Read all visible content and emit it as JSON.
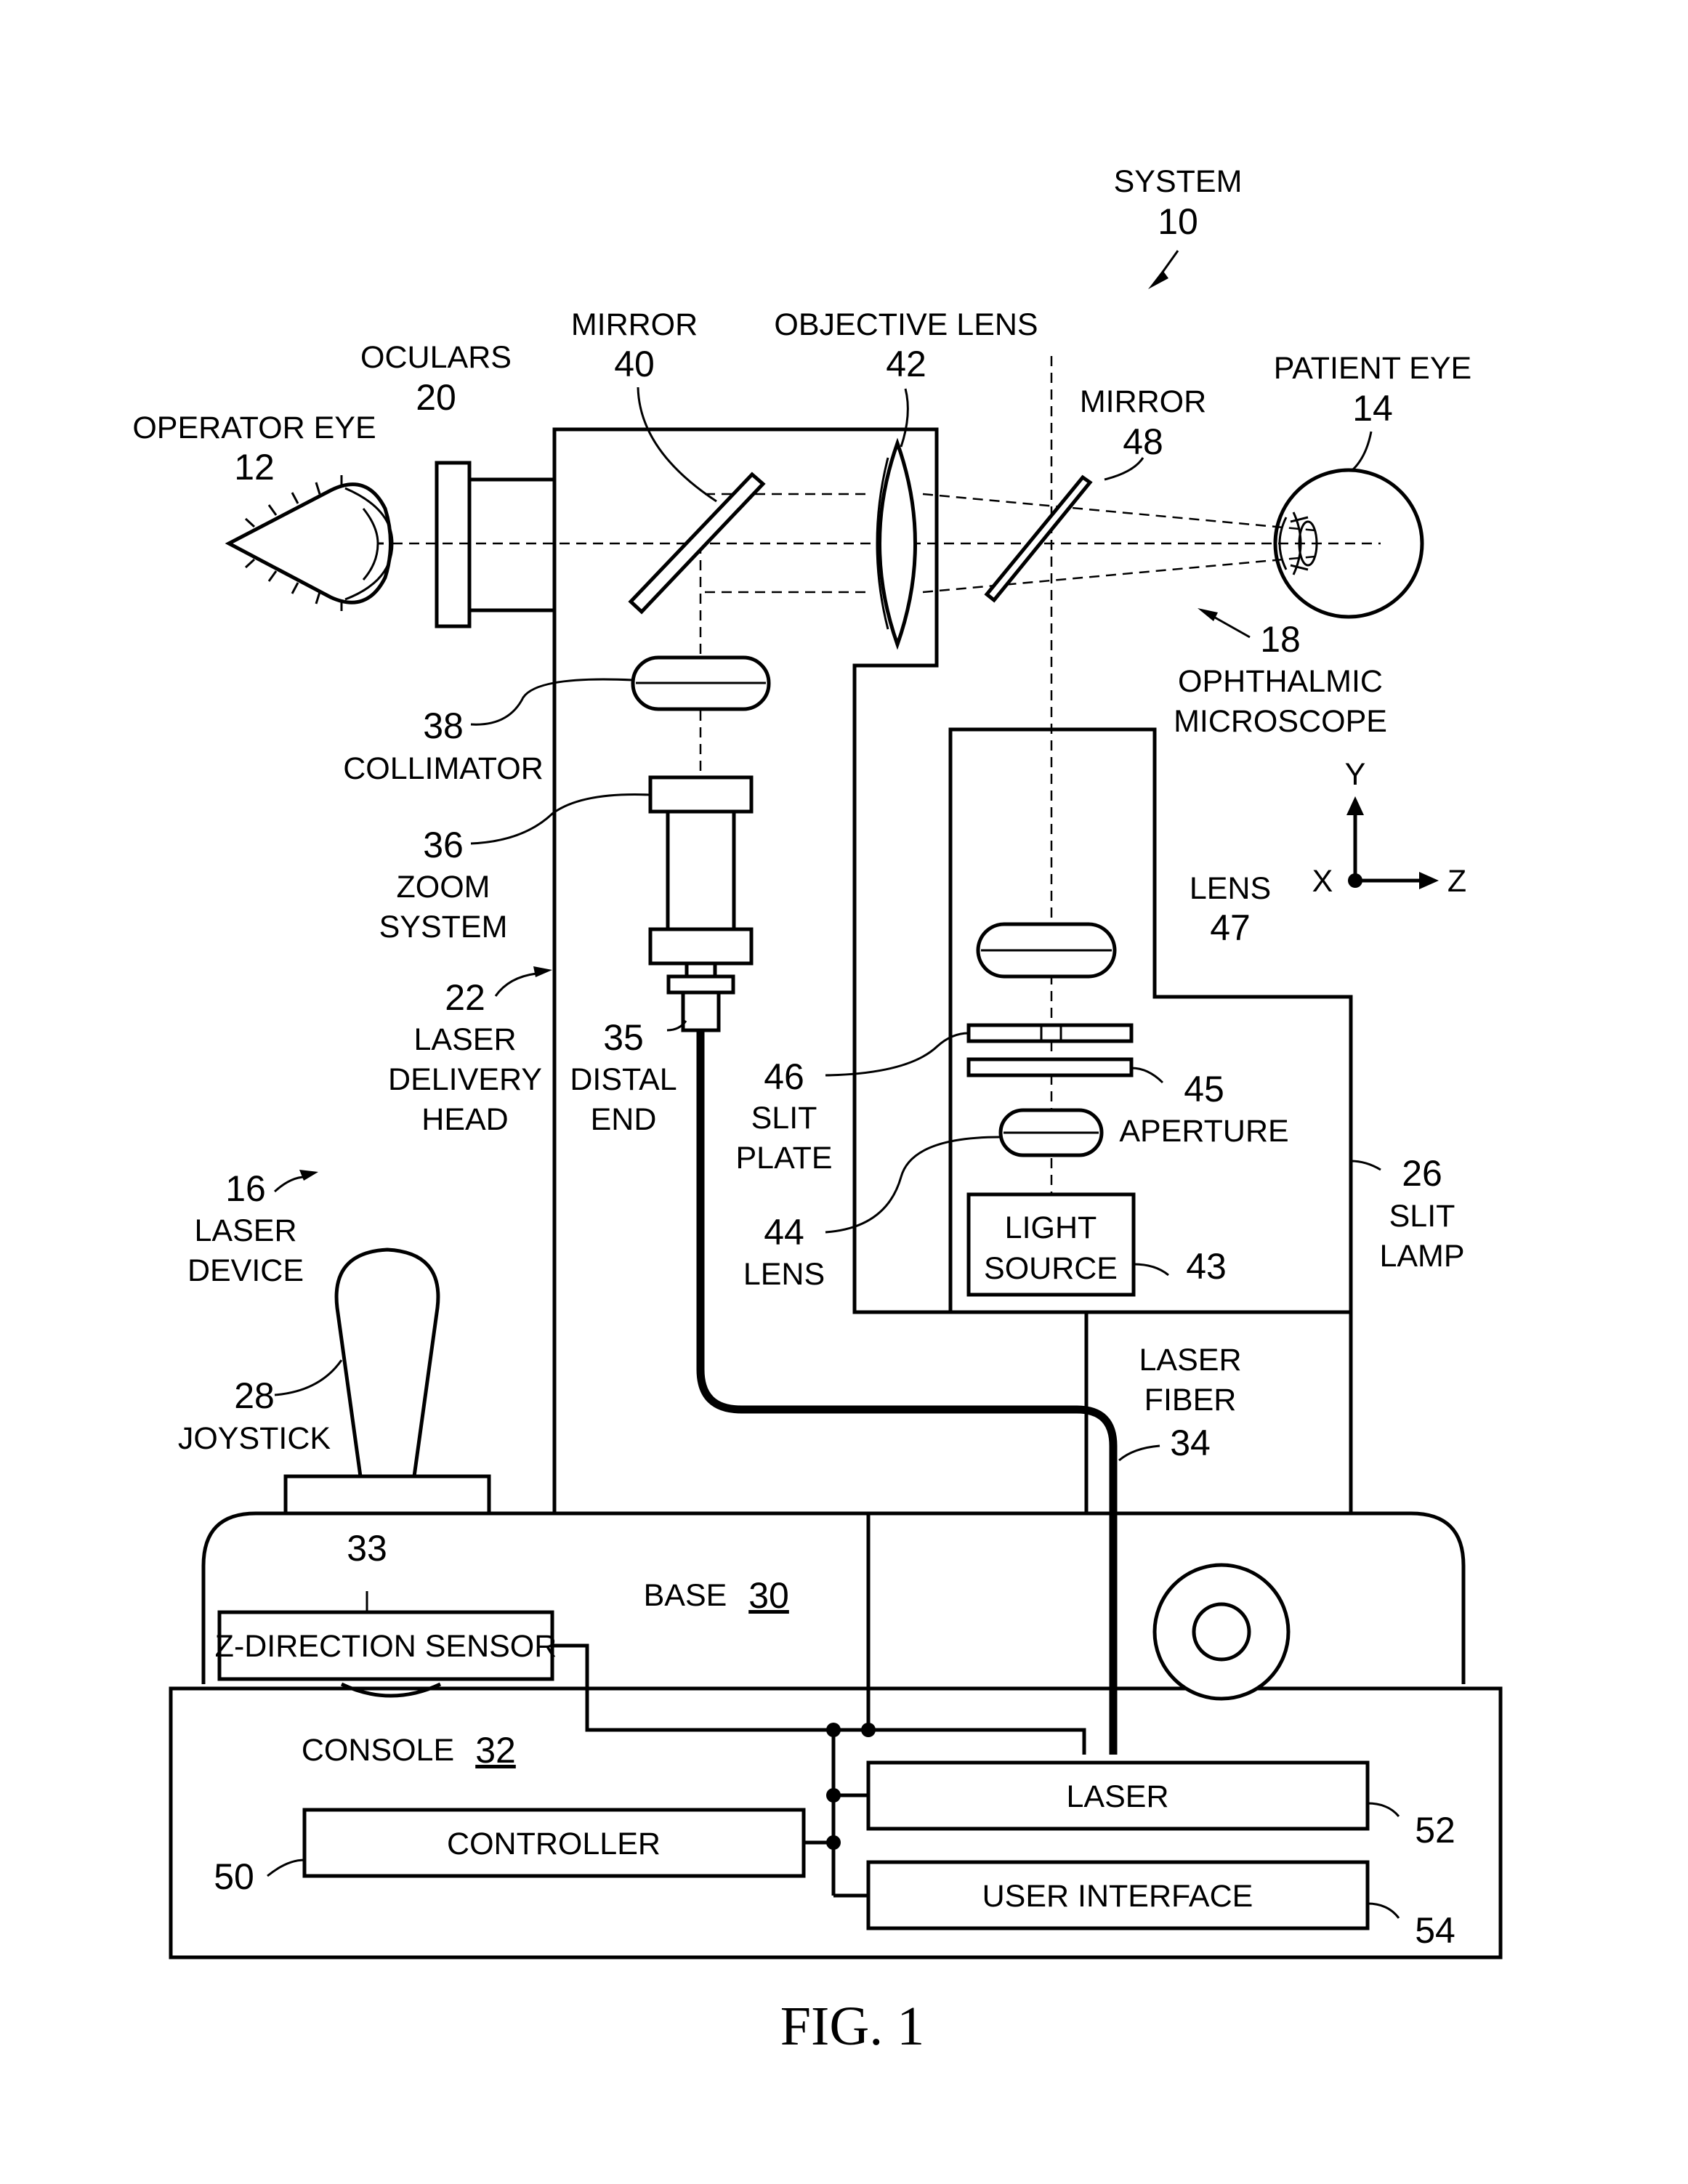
{
  "figure": {
    "caption": "FIG. 1",
    "labels": {
      "system": "SYSTEM",
      "system_num": "10",
      "mirror40": "MIRROR",
      "mirror40_num": "40",
      "objective": "OBJECTIVE LENS",
      "objective_num": "42",
      "oculars": "OCULARS",
      "oculars_num": "20",
      "operator_eye": "OPERATOR EYE",
      "operator_eye_num": "12",
      "mirror48": "MIRROR",
      "mirror48_num": "48",
      "patient_eye": "PATIENT EYE",
      "patient_eye_num": "14",
      "ophthalmic_num": "18",
      "ophthalmic_1": "OPHTHALMIC",
      "ophthalmic_2": "MICROSCOPE",
      "collimator_num": "38",
      "collimator": "COLLIMATOR",
      "zoom_num": "36",
      "zoom_1": "ZOOM",
      "zoom_2": "SYSTEM",
      "axis_y": "Y",
      "axis_x": "X",
      "axis_z": "Z",
      "lens47": "LENS",
      "lens47_num": "47",
      "head_num": "22",
      "head_1": "LASER",
      "head_2": "DELIVERY",
      "head_3": "HEAD",
      "distal_num": "35",
      "distal_1": "DISTAL",
      "distal_2": "END",
      "slit_num": "46",
      "slit_1": "SLIT",
      "slit_2": "PLATE",
      "aperture_num": "45",
      "aperture": "APERTURE",
      "slitlamp_num": "26",
      "slitlamp_1": "SLIT",
      "slitlamp_2": "LAMP",
      "device_num": "16",
      "device_1": "LASER",
      "device_2": "DEVICE",
      "lens44_num": "44",
      "lens44": "LENS",
      "light_1": "LIGHT",
      "light_2": "SOURCE",
      "light_num": "43",
      "joystick_num": "28",
      "joystick": "JOYSTICK",
      "fiber_1": "LASER",
      "fiber_2": "FIBER",
      "fiber_num": "34",
      "sensor_num": "33",
      "sensor": "Z-DIRECTION SENSOR",
      "base": "BASE",
      "base_num": "30",
      "console": "CONSOLE",
      "console_num": "32",
      "laser": "LASER",
      "laser_num": "52",
      "controller": "CONTROLLER",
      "controller_num": "50",
      "ui": "USER INTERFACE",
      "ui_num": "54"
    }
  }
}
